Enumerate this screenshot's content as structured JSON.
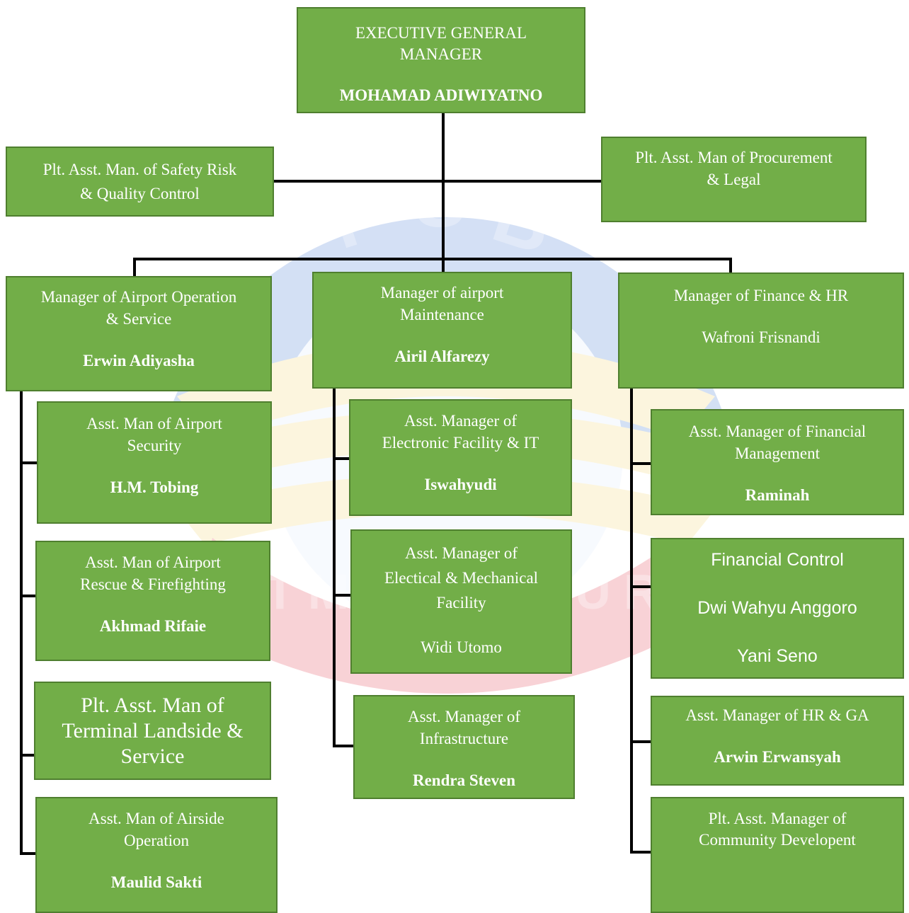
{
  "chart": {
    "egm": {
      "title": [
        "EXECUTIVE GENERAL",
        "MANAGER"
      ],
      "name": "MOHAMAD ADIWIYATNO"
    },
    "staff_left": {
      "title": [
        "Plt. Asst. Man. of Safety Risk",
        "& Quality Control"
      ]
    },
    "staff_right": {
      "title": [
        "Plt. Asst. Man of Procurement",
        "& Legal"
      ]
    },
    "mgr_ops": {
      "title": [
        "Manager of Airport Operation",
        "& Service"
      ],
      "name": "Erwin Adiyasha"
    },
    "mgr_maint": {
      "title": [
        "Manager of airport",
        "Maintenance"
      ],
      "name": "Airil Alfarezy"
    },
    "mgr_fin": {
      "title": [
        "Manager of Finance & HR"
      ],
      "name": "Wafroni Frisnandi"
    },
    "ops_security": {
      "title": [
        "Asst. Man of Airport",
        "Security"
      ],
      "name": "H.M. Tobing"
    },
    "ops_rescue": {
      "title": [
        "Asst. Man of Airport",
        "Rescue & Firefighting"
      ],
      "name": "Akhmad Rifaie"
    },
    "ops_terminal": {
      "title": [
        "Plt. Asst. Man of",
        "Terminal Landside &",
        "Service"
      ]
    },
    "ops_airside": {
      "title": [
        "Asst. Man of Airside",
        "Operation"
      ],
      "name": "Maulid Sakti"
    },
    "maint_eit": {
      "title": [
        "Asst. Manager of",
        "Electronic Facility & IT"
      ],
      "name": "Iswahyudi"
    },
    "maint_em": {
      "title": [
        "Asst. Manager of",
        "Electical & Mechanical",
        "Facility"
      ],
      "name": "Widi Utomo"
    },
    "maint_infra": {
      "title": [
        "Asst. Manager of",
        "Infrastructure"
      ],
      "name": "Rendra Steven"
    },
    "fin_fm": {
      "title": [
        "Asst. Manager of Financial",
        "Management"
      ],
      "name": "Raminah"
    },
    "fin_fc": {
      "title": [
        "Financial Control"
      ],
      "names": [
        "Dwi Wahyu Anggoro",
        "Yani Seno"
      ]
    },
    "fin_hr": {
      "title": [
        "Asst. Manager of HR & GA"
      ],
      "name": "Arwin Erwansyah"
    },
    "fin_comm": {
      "title": [
        "Plt. Asst. Manager of",
        "Community Developent"
      ]
    }
  },
  "watermark": {
    "letters": [
      "I",
      "S",
      "B"
    ],
    "banner_text": "ATMA LUHUR"
  },
  "colors": {
    "box_fill": "#72ae48",
    "box_border": "#4f7f2f",
    "box_text": "#ffffff",
    "connector": "#000000"
  }
}
